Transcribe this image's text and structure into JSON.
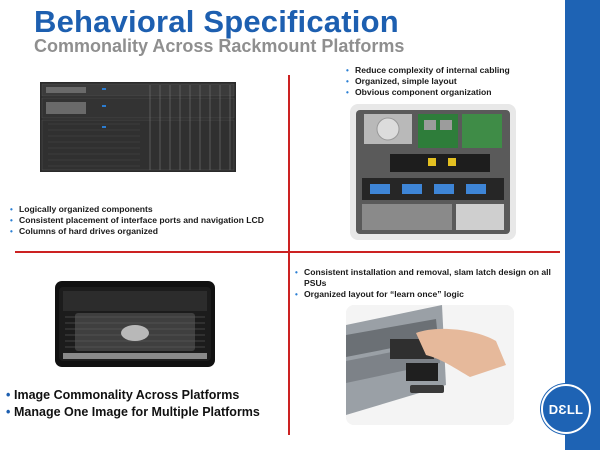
{
  "title": "Behavioral Specification",
  "subtitle": "Commonality Across Rackmount Platforms",
  "quadrants": {
    "top_right": {
      "bullets": [
        "Reduce complexity of internal cabling",
        "Organized, simple layout",
        "Obvious component organization"
      ]
    },
    "top_left": {
      "bullets": [
        "Logically organized components",
        "Consistent placement of interface ports and navigation LCD",
        "Columns of hard drives organized"
      ]
    },
    "bottom_right": {
      "bullets": [
        "Consistent installation and removal, slam latch design on all PSUs",
        "Organized layout for “learn once” logic"
      ]
    },
    "bottom_left": {
      "bullets": [
        "Image Commonality Across Platforms",
        "Manage One Image for Multiple Platforms"
      ]
    }
  },
  "logo": {
    "text": "DƐLL"
  },
  "colors": {
    "brand_blue": "#1e63b4",
    "divider_red": "#cc2222",
    "subtitle_gray": "#8f8f8f"
  }
}
